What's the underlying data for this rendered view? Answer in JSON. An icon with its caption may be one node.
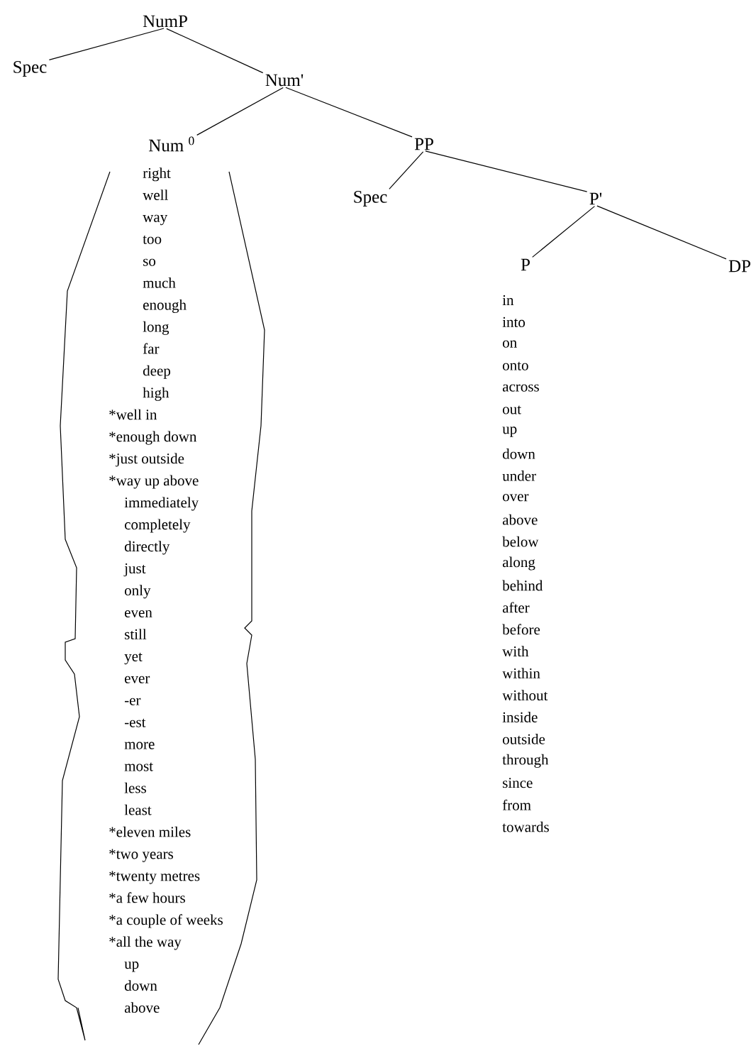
{
  "diagram": {
    "nodes": [
      {
        "text": [
          "NumP"
        ]
      },
      {
        "text": [
          "Spec"
        ]
      },
      {
        "text": [
          "Num'"
        ]
      },
      {
        "text": [
          "Num $^{0}$"
        ]
      },
      {
        "text": [
          "PP"
        ]
      },
      {
        "text": [
          "Spec"
        ]
      },
      {
        "text": [
          "P'"
        ]
      },
      {
        "text": [
          "P"
        ]
      },
      {
        "text": [
          "DP"
        ]
      },
      {
        "text": [
          "right",
          "well",
          "way",
          "too",
          "so",
          "much",
          "enough",
          "long",
          "far",
          "deep",
          "high",
          "*well in",
          "*enough down",
          "*just outside",
          "*way up above",
          "immediately",
          "completely",
          "directly",
          "just",
          "only",
          "even",
          "still",
          "yet",
          "ever",
          "-er",
          "-est",
          "more",
          "most",
          "less",
          "least",
          "*eleven miles",
          "*two years",
          "*twenty metres",
          "*a few hours",
          "*a couple of weeks",
          "*all the way",
          "up",
          "down",
          "above"
        ]
      }
    ],
    "edges": [
      {
        "from": 0,
        "to": 1,
        "arrow": "none"
      },
      {
        "from": 0,
        "to": 2,
        "arrow": "none"
      },
      {
        "from": 2,
        "to": 3,
        "arrow": "none"
      },
      {
        "from": 2,
        "to": 4,
        "arrow": "none"
      },
      {
        "from": 4,
        "to": 5,
        "arrow": "none"
      },
      {
        "from": 4,
        "to": 6,
        "arrow": "none"
      },
      {
        "from": 6,
        "to": 7,
        "arrow": "none"
      },
      {
        "from": 6,
        "to": 8,
        "arrow": "none"
      }
    ],
    "labels": [
      "in",
      "into",
      "on",
      "onto",
      "across",
      "out",
      "up",
      "down",
      "under",
      "over",
      "above",
      "below",
      "along",
      "behind",
      "after",
      "before",
      "with",
      "within",
      "without",
      "inside",
      "outside",
      "through",
      "since",
      "from",
      "towards"
    ]
  }
}
